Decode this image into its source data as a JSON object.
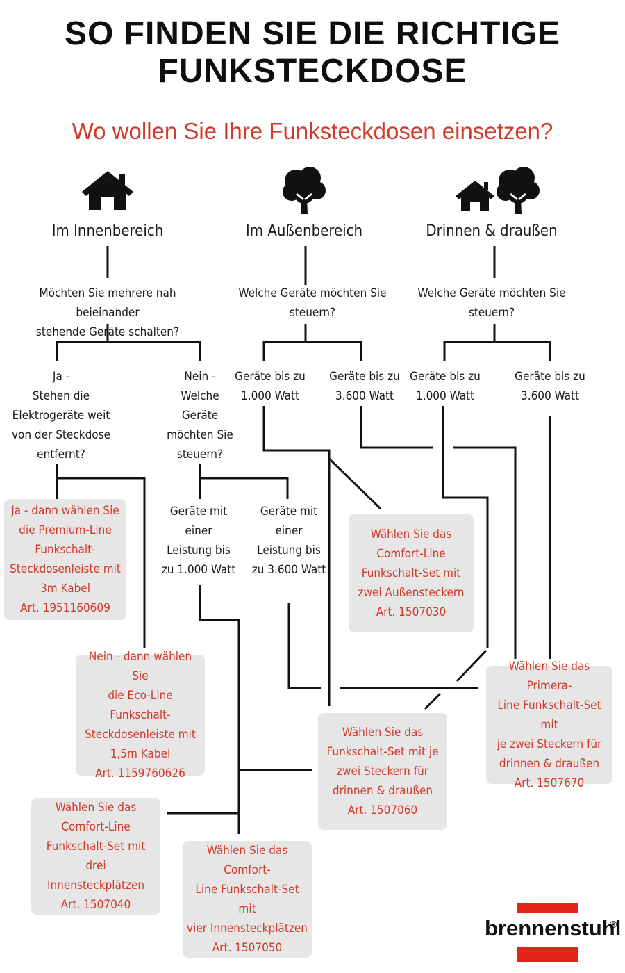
{
  "title": {
    "line1": "SO FINDEN SIE DIE RICHTIGE",
    "line2": "FUNKSTECKDOSE"
  },
  "subtitle": "Wo wollen Sie Ihre Funksteckdosen einsetzen?",
  "categories": {
    "inside": {
      "label": "Im Innenbereich",
      "icon": "house-icon"
    },
    "outside": {
      "label": "Im Außenbereich",
      "icon": "tree-icon"
    },
    "both": {
      "label": "Drinnen & draußen",
      "icon": "house-and-tree-icon"
    }
  },
  "questions": {
    "inside_q1": {
      "line1": "Möchten Sie mehrere nah beieinander",
      "line2": "stehende Geräte schalten?"
    },
    "outside_q": {
      "line1": "Welche Geräte möchten Sie",
      "line2": "steuern?"
    },
    "both_q": {
      "line1": "Welche Geräte möchten Sie",
      "line2": "steuern?"
    },
    "inside_ja": {
      "line1": "Ja -",
      "line2": "Stehen die",
      "line3": "Elektrogeräte weit",
      "line4": "von der Steckdose",
      "line5": "entfernt?"
    },
    "inside_nein": {
      "line1": "Nein -",
      "line2": "Welche",
      "line3": "Geräte",
      "line4": "möchten Sie",
      "line5": "steuern?"
    },
    "outside_1000": {
      "line1": "Geräte bis zu",
      "line2": "1.000 Watt"
    },
    "outside_3600": {
      "line1": "Geräte bis zu",
      "line2": "3.600 Watt"
    },
    "both_1000": {
      "line1": "Geräte bis zu",
      "line2": "1.000 Watt"
    },
    "both_3600": {
      "line1": "Geräte bis zu",
      "line2": "3.600 Watt"
    },
    "inside_1000": {
      "line1": "Geräte mit",
      "line2": "einer",
      "line3": "Leistung bis",
      "line4": "zu 1.000 Watt"
    },
    "inside_3600": {
      "line1": "Geräte mit",
      "line2": "einer",
      "line3": "Leistung bis",
      "line4": "zu 3.600 Watt"
    }
  },
  "results": {
    "premium": {
      "line1": "Ja - dann wählen Sie",
      "line2": "die Premium-Line",
      "line3": "Funkschalt-",
      "line4": "Steckdosenleiste mit",
      "line5": "3m Kabel",
      "line6": "Art. 1951160609"
    },
    "eco": {
      "line1": "Nein - dann wählen Sie",
      "line2": "die Eco-Line",
      "line3": "Funkschalt-",
      "line4": "Steckdosenleiste mit",
      "line5": "1,5m Kabel",
      "line6": "Art. 1159760626"
    },
    "comfort_outdoor": {
      "line1": "Wählen Sie das",
      "line2": "Comfort-Line",
      "line3": "Funkschalt-Set mit",
      "line4": "zwei Außensteckern",
      "line5": "Art. 1507030"
    },
    "primera": {
      "line1": "Wählen Sie das Primera-",
      "line2": "Line Funkschalt-Set mit",
      "line3": "je zwei Steckern für",
      "line4": "drinnen & draußen",
      "line5": "Art. 1507670"
    },
    "funkschalt_both": {
      "line1": "Wählen Sie das",
      "line2": "Funkschalt-Set mit je",
      "line3": "zwei Steckern für",
      "line4": "drinnen & draußen",
      "line5": "Art. 1507060"
    },
    "comfort_three": {
      "line1": "Wählen Sie das",
      "line2": "Comfort-Line",
      "line3": "Funkschalt-Set mit drei",
      "line4": "Innensteckplätzen",
      "line5": "Art. 1507040"
    },
    "comfort_four": {
      "line1": "Wählen Sie das Comfort-",
      "line2": "Line Funkschalt-Set mit",
      "line3": "vier Innensteckplätzen",
      "line4": "Art. 1507050"
    }
  },
  "brand": {
    "name": "brennenstuhl",
    "mark": "®",
    "color": "#e3241b"
  },
  "colors": {
    "accent": "#d13a2a",
    "box_bg": "#e6e6e6",
    "line": "#111111"
  }
}
